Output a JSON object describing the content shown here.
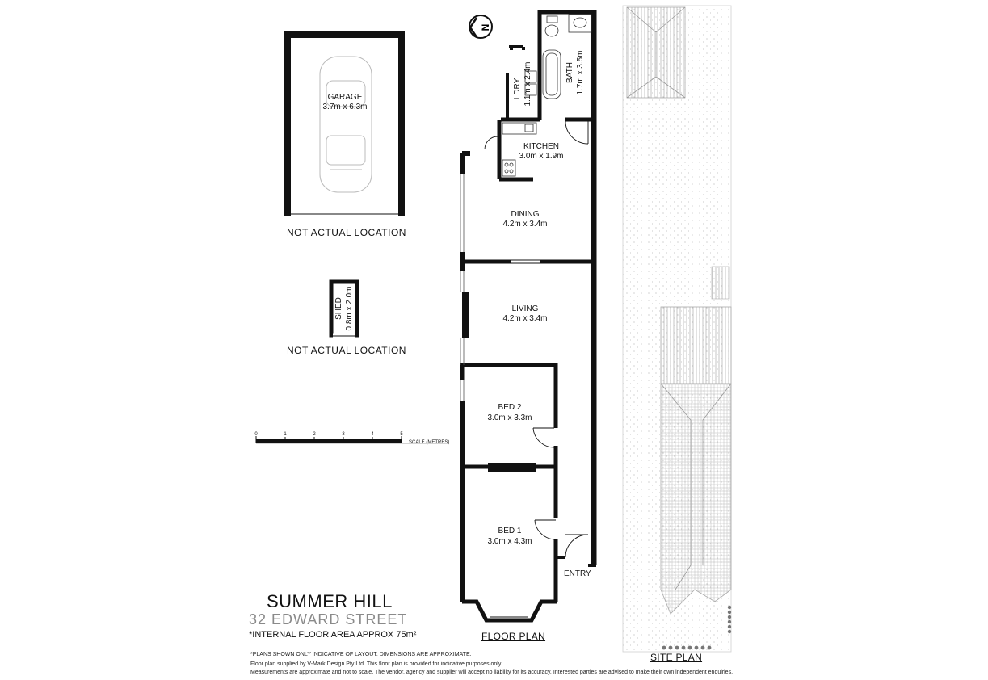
{
  "rooms": {
    "garage": {
      "name": "GARAGE",
      "size": "3.7m x 6.3m"
    },
    "shed": {
      "name": "SHED",
      "size": "0.8m x 2.0m"
    },
    "laundry": {
      "name": "LDRY",
      "size": "1.1m x 2.4m"
    },
    "bath": {
      "name": "BATH",
      "size": "1.7m x 3.5m"
    },
    "kitchen": {
      "name": "KITCHEN",
      "size": "3.0m x 1.9m"
    },
    "dining": {
      "name": "DINING",
      "size": "4.2m x 3.4m"
    },
    "living": {
      "name": "LIVING",
      "size": "4.2m x 3.4m"
    },
    "bed2": {
      "name": "BED 2",
      "size": "3.0m x 3.3m"
    },
    "bed1": {
      "name": "BED 1",
      "size": "3.0m x 4.3m"
    },
    "entry": {
      "name": "ENTRY"
    }
  },
  "not_actual_location": "NOT ACTUAL LOCATION",
  "scale": {
    "ticks": [
      "0",
      "1",
      "2",
      "3",
      "4",
      "5"
    ],
    "label": "SCALE (METRES)"
  },
  "compass": {
    "label": "N"
  },
  "title": "SUMMER HILL",
  "address": "32 EDWARD STREET",
  "floor_area": "*INTERNAL FLOOR AREA APPROX 75m²",
  "floor_plan_label": "FLOOR PLAN",
  "site_plan_label": "SITE PLAN",
  "disclaimer": [
    "*PLANS SHOWN ONLY INDICATIVE OF LAYOUT. DIMENSIONS ARE APPROXIMATE.",
    "Floor plan supplied by V-Mark Design Pty Ltd. This floor plan is provided for indicative purposes only.",
    "Measurements are approximate and not to scale. The vendor, agency and supplier will accept no liability for its accuracy. Interested parties are advised to make their own independent enquiries."
  ],
  "colors": {
    "wall": "#111111",
    "hatch": "#bdbdbd"
  }
}
